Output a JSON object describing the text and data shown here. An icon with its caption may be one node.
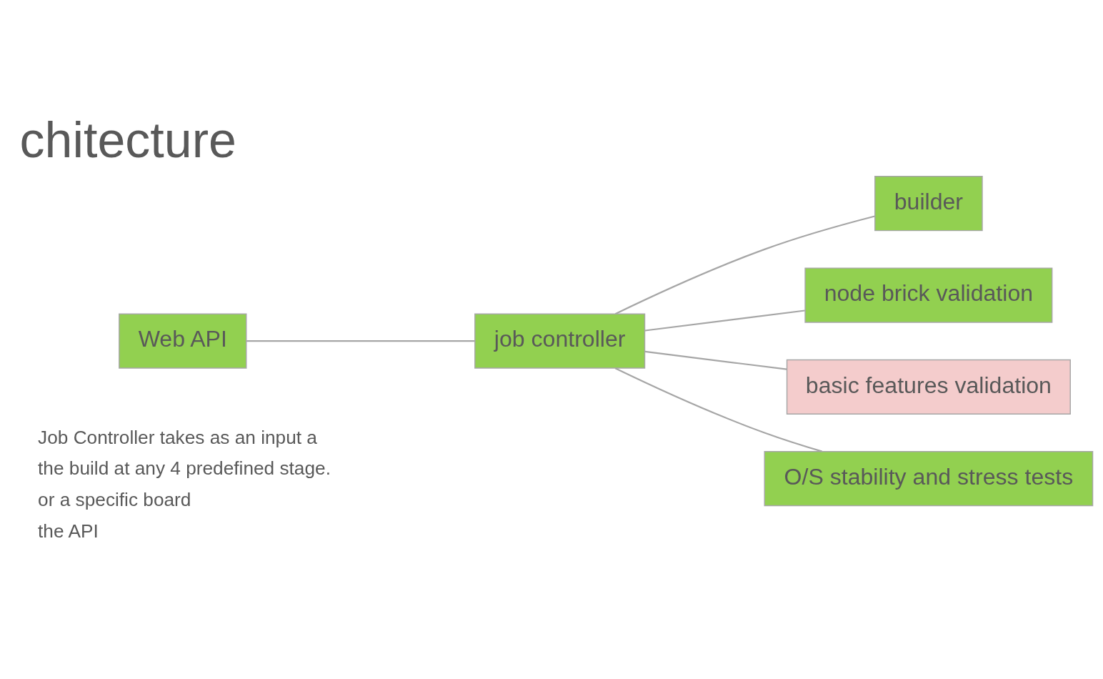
{
  "diagram": {
    "title": "chitecture",
    "nodes": [
      {
        "text": [
          "Web API"
        ]
      },
      {
        "text": [
          "job controller"
        ]
      },
      {
        "text": [
          "builder"
        ]
      },
      {
        "text": [
          "node brick validation"
        ]
      },
      {
        "text": [
          "basic features validation"
        ]
      },
      {
        "text": [
          "O/S stability and stress tests"
        ]
      }
    ],
    "edges": [
      {
        "from": 0,
        "to": 1,
        "arrow": "none"
      },
      {
        "from": 1,
        "to": 2,
        "arrow": "none"
      },
      {
        "from": 1,
        "to": 3,
        "arrow": "none"
      },
      {
        "from": 1,
        "to": 4,
        "arrow": "none"
      },
      {
        "from": 1,
        "to": 5,
        "arrow": "none"
      }
    ],
    "labels": [
      "Job Controller takes as an input a",
      "the build at any 4 predefined stage.",
      "or a specific board",
      "the API"
    ]
  }
}
